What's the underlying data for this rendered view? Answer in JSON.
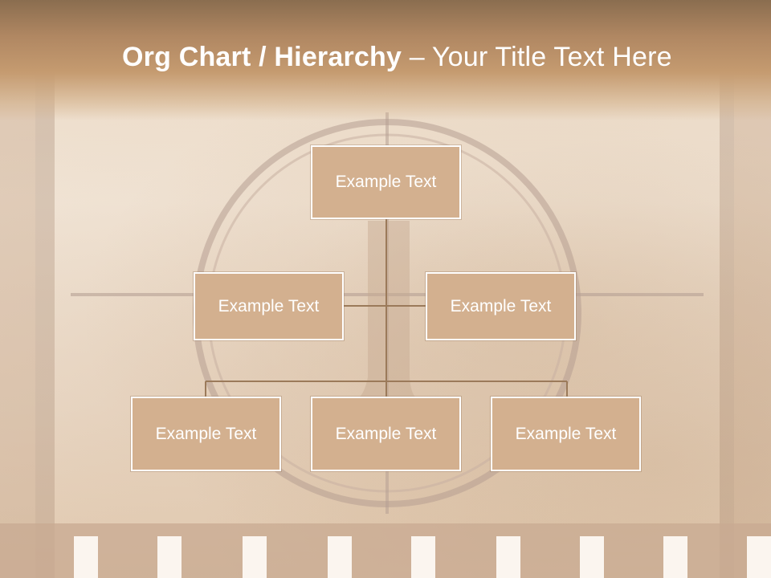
{
  "slide": {
    "title_bold": "Org Chart / Hierarchy",
    "title_dash": " – ",
    "title_rest": "Your Title Text Here"
  },
  "org_chart": {
    "nodes": [
      {
        "id": "top",
        "label": "Example Text"
      },
      {
        "id": "assistant-left",
        "label": "Example Text"
      },
      {
        "id": "assistant-right",
        "label": "Example Text"
      },
      {
        "id": "child-left",
        "label": "Example Text"
      },
      {
        "id": "child-center",
        "label": "Example Text"
      },
      {
        "id": "child-right",
        "label": "Example Text"
      }
    ],
    "edges": [
      [
        "top",
        "assistant-left"
      ],
      [
        "top",
        "assistant-right"
      ],
      [
        "top",
        "child-left"
      ],
      [
        "top",
        "child-center"
      ],
      [
        "top",
        "child-right"
      ]
    ]
  },
  "colors": {
    "box_fill": "#d3b08f",
    "connector": "#9b7a5a",
    "title_text": "#ffffff",
    "banner": "#c59b70"
  }
}
